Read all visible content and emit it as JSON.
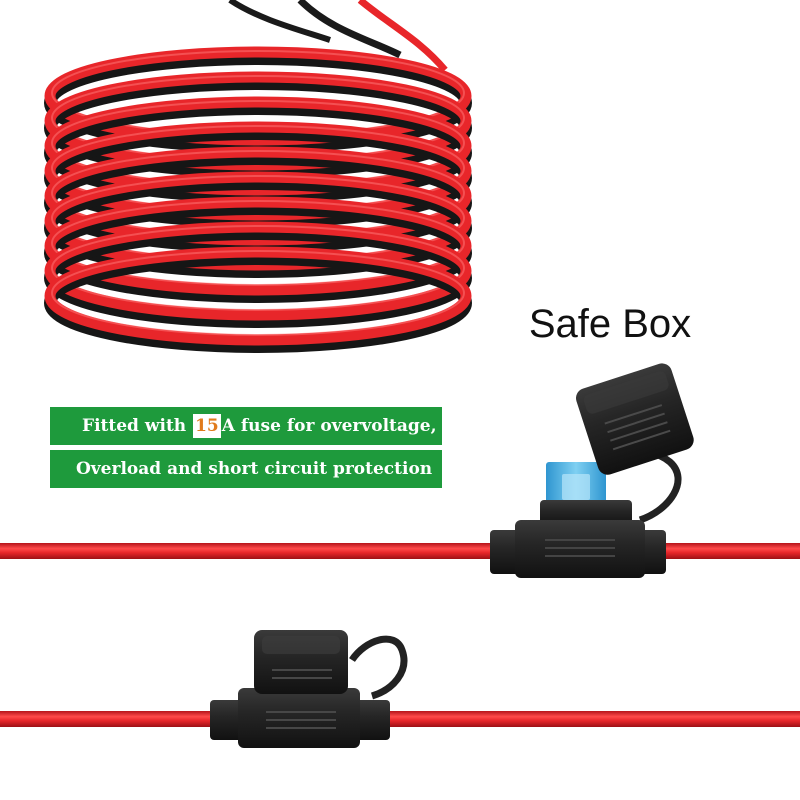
{
  "title": "Safe Box",
  "banner": {
    "line1_prefix": "Fitted with ",
    "fuse_rating": "15",
    "line1_suffix": "A fuse for overvoltage,",
    "line2": "Overload and short circuit protection"
  },
  "colors": {
    "banner_green": "#1e9a3c",
    "wire_red": "#e8262a",
    "wire_black": "#1a1a1a",
    "holder_black": "#232323",
    "fuse_blue": "#4fb8e8",
    "fuse_rating_text": "#e07b1d"
  }
}
